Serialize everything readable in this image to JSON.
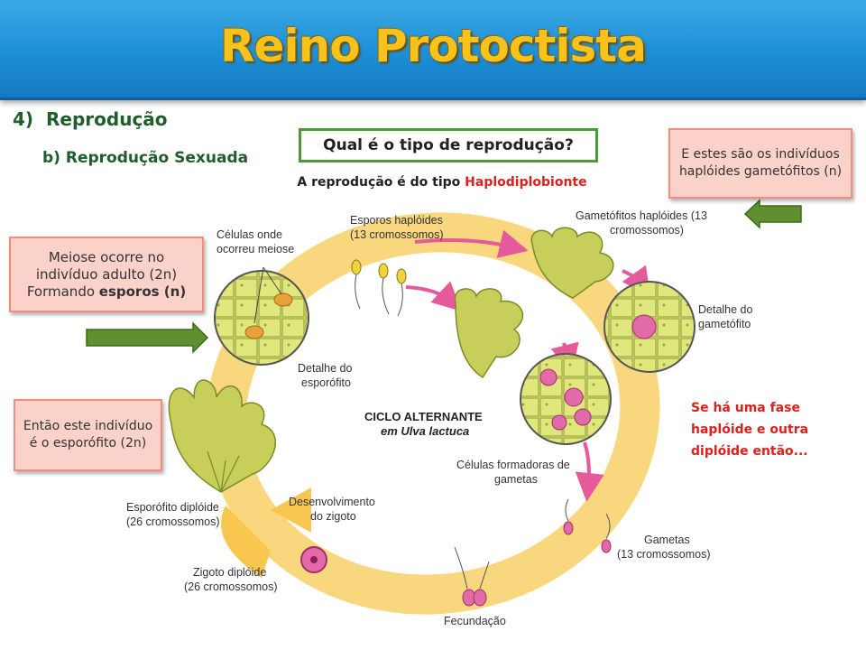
{
  "header": {
    "title": "Reino Protoctista"
  },
  "section": {
    "number": "4)",
    "title": "Reprodução",
    "subtitle": "b) Reprodução Sexuada"
  },
  "question": "Qual é o tipo de reprodução?",
  "answer": {
    "prefix": "A reprodução é do tipo ",
    "highlight": "Haplodiplobionte"
  },
  "callouts": {
    "top_right": "E estes são os indivíduos haplóides gametófitos (n)",
    "left_meiose_1": "Meiose ocorre no indivíduo adulto (2n)",
    "left_meiose_2": "Formando ",
    "left_meiose_bold": "esporos (n)",
    "left_esporofito": "Então este indivíduo é o esporófito (2n)"
  },
  "note_red": "Se há uma fase haplóide e outra diplóide então...",
  "diagram": {
    "center_title": "CICLO ALTERNANTE",
    "center_subtitle_prefix": "em ",
    "center_subtitle_species": "Ulva lactuca",
    "labels": {
      "celulas_meiose_1": "Células onde",
      "celulas_meiose_2": "ocorreu meiose",
      "esporos_1": "Esporos haplóides",
      "esporos_2": "(13 cromossomos)",
      "gametofitos_1": "Gametófitos haplóides (13",
      "gametofitos_2": "cromossomos)",
      "detalhe_gametofito_1": "Detalhe do",
      "detalhe_gametofito_2": "gametófito",
      "detalhe_esporofito_1": "Detalhe do",
      "detalhe_esporofito_2": "esporófito",
      "celulas_gametas_1": "Células formadoras de",
      "celulas_gametas_2": "gametas",
      "gametas_1": "Gametas",
      "gametas_2": "(13 cromossomos)",
      "fecundacao": "Fecundação",
      "zigoto_1": "Zigoto diplóide",
      "zigoto_2": "(26 cromossomos)",
      "desenvolvimento_1": "Desenvolvimento",
      "desenvolvimento_2": "do zigoto",
      "esporofito_1": "Esporófito diplóide",
      "esporofito_2": "(26 cromossomos)"
    }
  },
  "colors": {
    "banner": "#1d8fd6",
    "title": "#f7c21b",
    "section": "#1f5d2a",
    "accent_red": "#e0201c",
    "ring": "#f9d77e",
    "thallus": "#c7cf5a"
  }
}
